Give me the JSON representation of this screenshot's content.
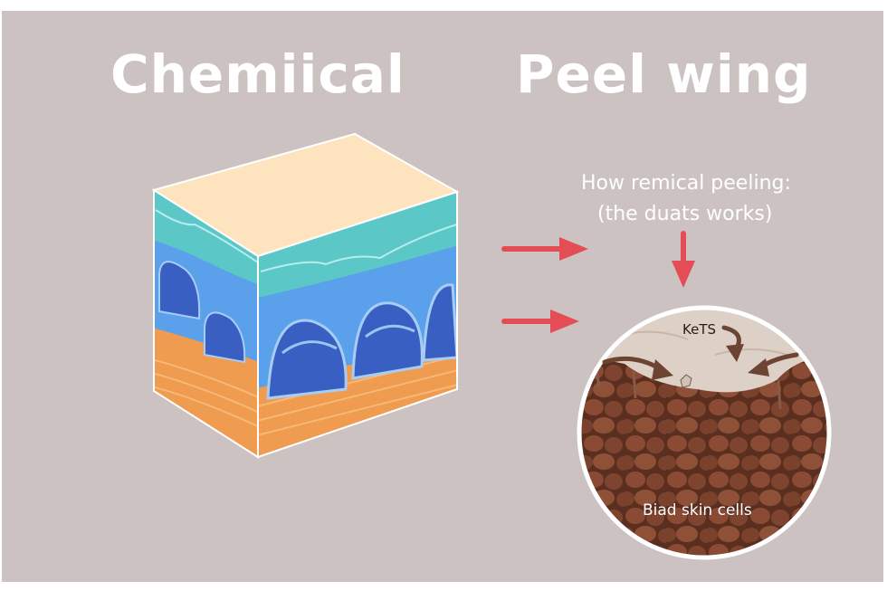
{
  "title_left": "Chemiical",
  "title_right": "Peel wing",
  "caption_line1": "How remical peeling:",
  "caption_line2": "(the duats works)",
  "circle_top_label": "KeTS",
  "circle_bottom_label": "Biad skin cells",
  "colors": {
    "background": "#ccc2c2",
    "arrow": "#e44d55",
    "top_face": "#fde4be",
    "teal_layer": "#5cc7c7",
    "blue_layer": "#5a9be6",
    "orange_layer": "#ef9b50",
    "cell_tissue": "#6a3a28"
  }
}
